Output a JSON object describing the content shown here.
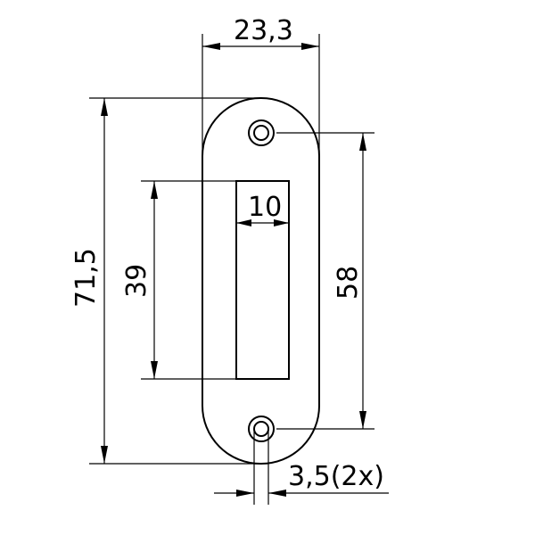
{
  "dimensions": {
    "plate_width": "23,3",
    "plate_height": "71,5",
    "slot_height": "39",
    "slot_width": "10",
    "hole_spacing": "58",
    "hole_diameter": "3,5(2x)"
  }
}
